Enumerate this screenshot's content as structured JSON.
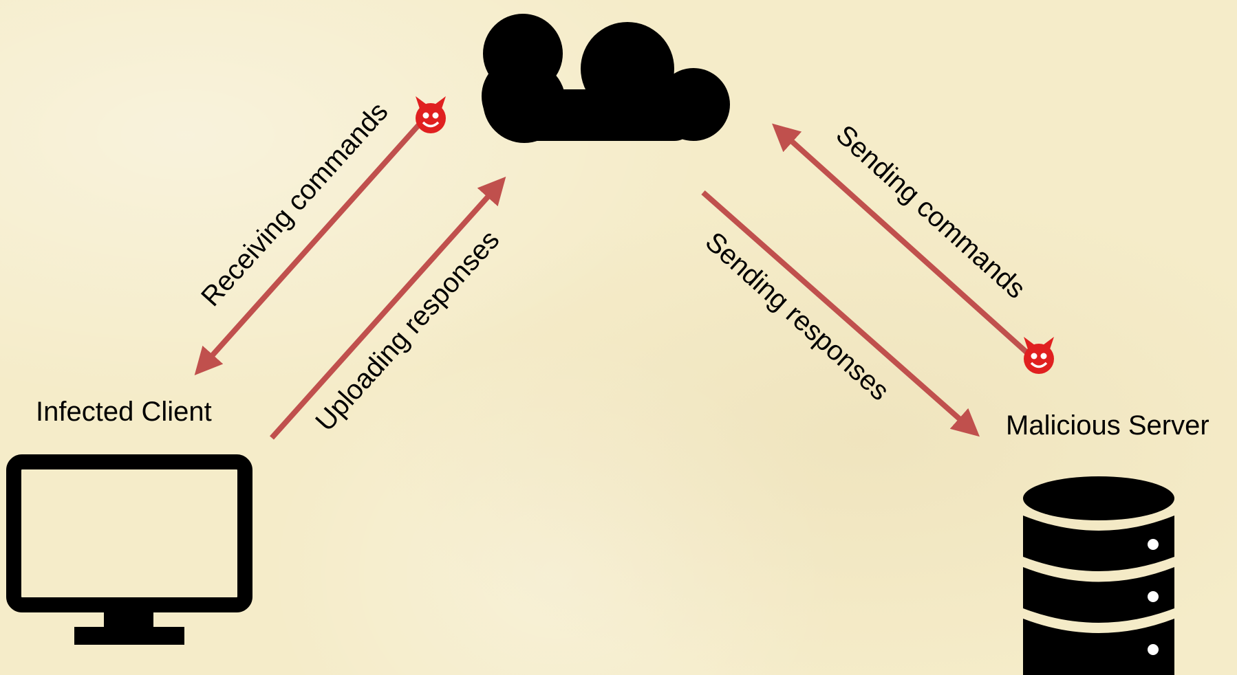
{
  "nodes": {
    "client": {
      "label": "Infected Client",
      "icon": "monitor-icon"
    },
    "server": {
      "label": "Malicious Server",
      "icon": "database-server-icon"
    },
    "cloud": {
      "icon": "cloud-icon"
    }
  },
  "edges": {
    "receiving": {
      "label": "Receiving commands",
      "from": "cloud",
      "to": "client",
      "marker": "devil-face-icon"
    },
    "uploading": {
      "label": "Uploading responses",
      "from": "client",
      "to": "cloud"
    },
    "sending_responses": {
      "label": "Sending responses",
      "from": "cloud",
      "to": "server"
    },
    "sending_commands": {
      "label": "Sending commands",
      "from": "server",
      "to": "cloud",
      "marker": "devil-face-icon"
    }
  },
  "colors": {
    "arrow": "#c0504d",
    "icon": "#000000",
    "devil": "#e02020",
    "background": "#f5ecc9"
  }
}
